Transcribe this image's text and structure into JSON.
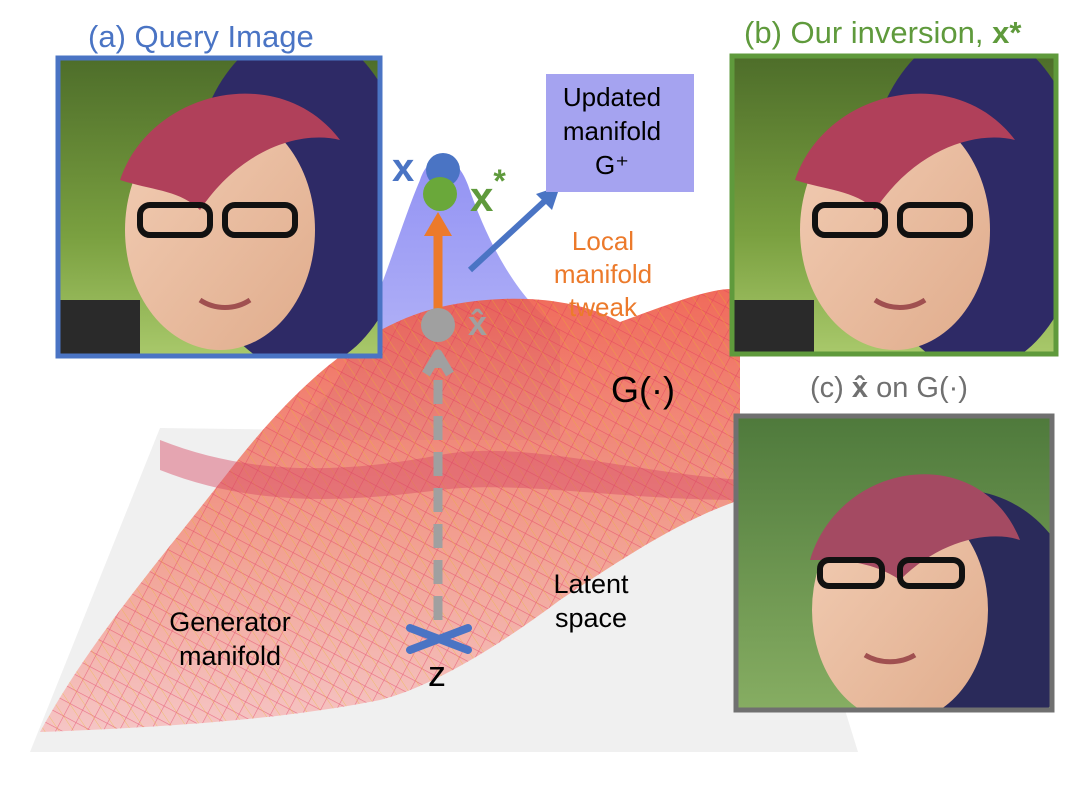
{
  "panels": {
    "query": {
      "title": "(a) Query Image",
      "border_color": "#4a74c4"
    },
    "inversion": {
      "title_text": "(b) Our inversion, ",
      "title_math": "x*",
      "border_color": "#5f9a3c"
    },
    "projection": {
      "title_math": "x̂",
      "title_text": " on G(·)",
      "border_color": "#707070"
    }
  },
  "labels": {
    "x": "x",
    "x_star": "x",
    "x_star_sup": "*",
    "x_hat": "x̂",
    "updated_manifold": "Updated manifold G⁺",
    "local_tweak": "Local manifold tweak",
    "g_function": "G(·)",
    "latent_space": "Latent space",
    "generator_manifold": "Generator manifold",
    "z": "z"
  },
  "colors": {
    "blue_accent": "#4a74c4",
    "green_accent": "#5f9a3c",
    "orange_accent": "#ec7a2b",
    "gray_accent": "#a0a0a0",
    "updated_box": "#a5a3f0",
    "manifold_red": "#ee6a5c",
    "manifold_peak": "#8c8cf0"
  },
  "icons": {
    "z_marker": "x-cross-marker",
    "photos": "portrait-photo"
  }
}
